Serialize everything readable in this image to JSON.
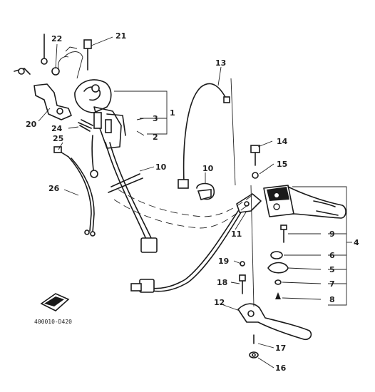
{
  "diagram": {
    "code": "400010-D420",
    "labels": [
      "1",
      "2",
      "3",
      "4",
      "5",
      "6",
      "7",
      "8",
      "9",
      "10",
      "10",
      "11",
      "12",
      "13",
      "14",
      "15",
      "16",
      "17",
      "18",
      "19",
      "20",
      "21",
      "22",
      "24",
      "25",
      "26"
    ]
  }
}
